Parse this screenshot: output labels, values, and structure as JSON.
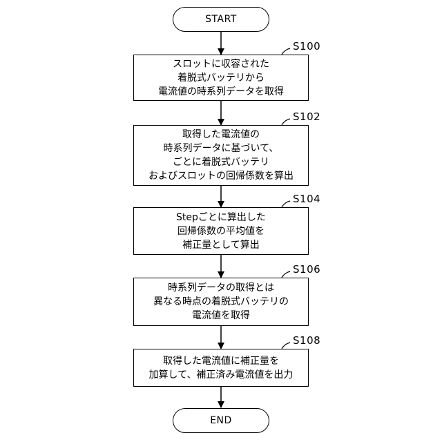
{
  "start_label": "START",
  "end_label": "END",
  "steps": [
    {
      "id": "S100",
      "lines": [
        "スロットに収容された",
        "着脱式バッテリから",
        "電流値の時系列データを取得"
      ]
    },
    {
      "id": "S102",
      "lines": [
        "取得した電流値の",
        "時系列データに基づいて、",
        "ごとに着脱式バッテリ",
        "およびスロットの回帰係数を算出"
      ]
    },
    {
      "id": "S104",
      "lines": [
        "Stepごとに算出した",
        "回帰係数の平均値を",
        "補正量として算出"
      ]
    },
    {
      "id": "S106",
      "lines": [
        "時系列データの取得とは",
        "異なる時点の着脱式バッテリの",
        "電流値を取得"
      ]
    },
    {
      "id": "S108",
      "lines": [
        "取得した電流値に補正量を",
        "加算して、補正済み電流値を出力"
      ]
    }
  ]
}
